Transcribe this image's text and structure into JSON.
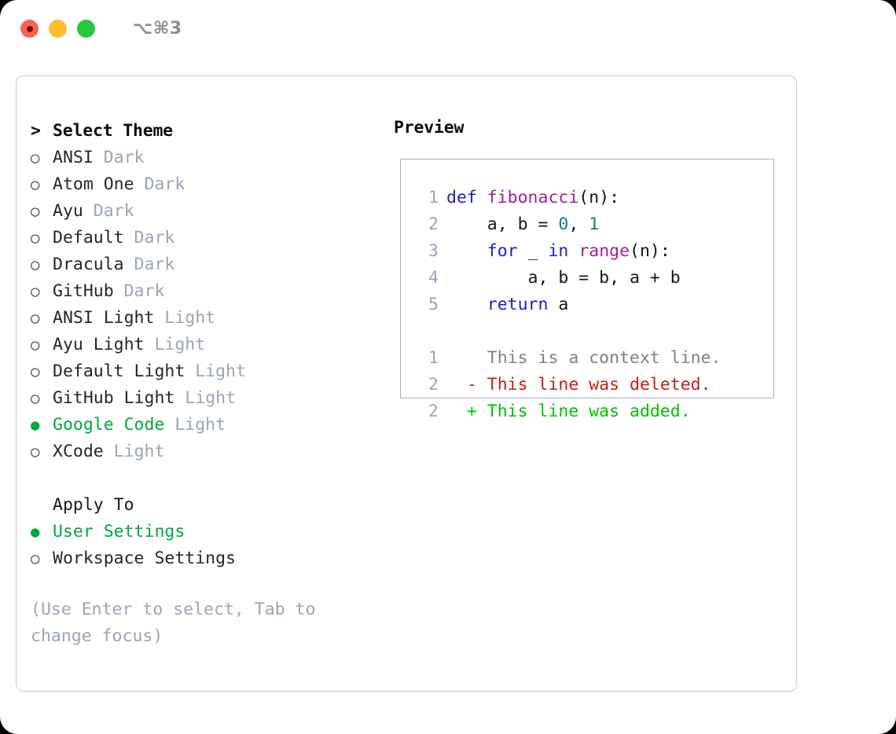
{
  "titlebar": {
    "shortcut": "⌥⌘3",
    "lights": [
      {
        "name": "close",
        "color": "#ff5f57"
      },
      {
        "name": "minimize",
        "color": "#febc2e"
      },
      {
        "name": "zoom",
        "color": "#28c840"
      }
    ]
  },
  "chooser": {
    "caret": ">",
    "header": "Select Theme",
    "bullet_on": "●",
    "bullet_off": "○",
    "themes": [
      {
        "name": "ANSI",
        "category": "Dark",
        "selected": false
      },
      {
        "name": "Atom One",
        "category": "Dark",
        "selected": false
      },
      {
        "name": "Ayu",
        "category": "Dark",
        "selected": false
      },
      {
        "name": "Default",
        "category": "Dark",
        "selected": false
      },
      {
        "name": "Dracula",
        "category": "Dark",
        "selected": false
      },
      {
        "name": "GitHub",
        "category": "Dark",
        "selected": false
      },
      {
        "name": "ANSI Light",
        "category": "Light",
        "selected": false
      },
      {
        "name": "Ayu Light",
        "category": "Light",
        "selected": false
      },
      {
        "name": "Default Light",
        "category": "Light",
        "selected": false
      },
      {
        "name": "GitHub Light",
        "category": "Light",
        "selected": false
      },
      {
        "name": "Google Code",
        "category": "Light",
        "selected": true
      },
      {
        "name": "XCode",
        "category": "Light",
        "selected": false
      }
    ],
    "apply_to_title": "Apply To",
    "apply_to": [
      {
        "name": "User Settings",
        "selected": true
      },
      {
        "name": "Workspace Settings",
        "selected": false
      }
    ],
    "hint": "(Use Enter to select, Tab to change focus)"
  },
  "preview": {
    "title": "Preview",
    "code_lines": [
      {
        "num": "1",
        "tokens": [
          {
            "t": "def ",
            "c": "kw"
          },
          {
            "t": "fibonacci",
            "c": "fn"
          },
          {
            "t": "(n):",
            "c": "pl"
          }
        ]
      },
      {
        "num": "2",
        "tokens": [
          {
            "t": "    a, b = ",
            "c": "pl"
          },
          {
            "t": "0",
            "c": "num"
          },
          {
            "t": ", ",
            "c": "pl"
          },
          {
            "t": "1",
            "c": "num"
          }
        ]
      },
      {
        "num": "3",
        "tokens": [
          {
            "t": "    ",
            "c": "pl"
          },
          {
            "t": "for",
            "c": "kw"
          },
          {
            "t": " _ ",
            "c": "pl"
          },
          {
            "t": "in",
            "c": "kw"
          },
          {
            "t": " ",
            "c": "pl"
          },
          {
            "t": "range",
            "c": "fn"
          },
          {
            "t": "(n):",
            "c": "pl"
          }
        ]
      },
      {
        "num": "4",
        "tokens": [
          {
            "t": "        a, b = b, a + b",
            "c": "pl"
          }
        ]
      },
      {
        "num": "5",
        "tokens": [
          {
            "t": "    ",
            "c": "pl"
          },
          {
            "t": "return",
            "c": "kw"
          },
          {
            "t": " a",
            "c": "pl"
          }
        ]
      }
    ],
    "diff_lines": [
      {
        "num": "1",
        "marker": " ",
        "text": "This is a context line.",
        "kind": "ctx"
      },
      {
        "num": "2",
        "marker": "-",
        "text": "This line was deleted.",
        "kind": "del"
      },
      {
        "num": "2",
        "marker": "+",
        "text": "This line was added.",
        "kind": "add"
      }
    ]
  },
  "colors": {
    "accent_green": "#00a83c",
    "muted": "#9aa5b4",
    "keyword": "#1f1fc4",
    "function": "#a0209f",
    "number": "#157a7a",
    "diff_added": "#00c000",
    "diff_deleted": "#c0201a",
    "panel_border": "#c3cad4",
    "preview_border": "#a7b0bf"
  }
}
